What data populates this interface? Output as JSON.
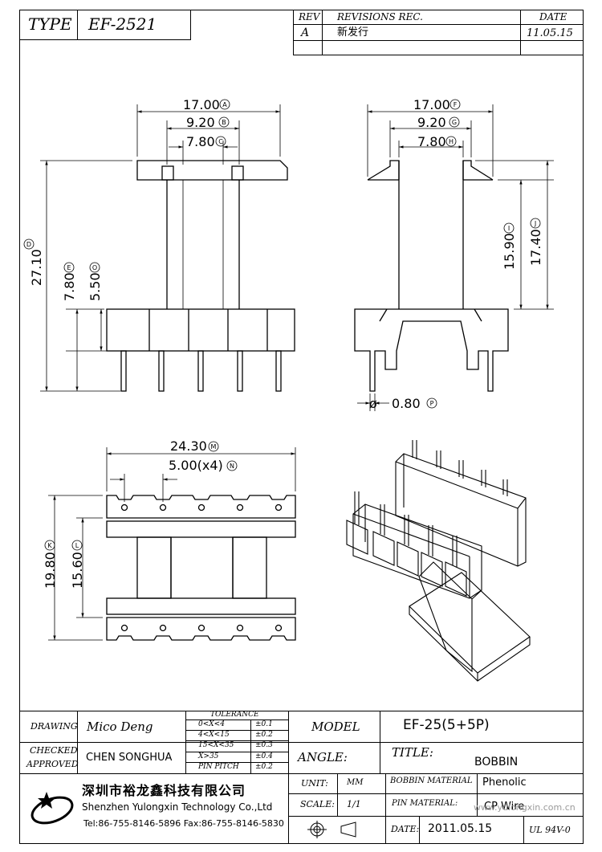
{
  "header": {
    "type_label": "TYPE",
    "type_value": "EF-2521",
    "rev_label": "REV",
    "revisions_label": "REVISIONS REC.",
    "date_label": "DATE",
    "rev_value": "A",
    "revision_text": "新发行",
    "rev_date": "11.05.15"
  },
  "dims": {
    "front_width": "17.00",
    "front_width_tag": "A",
    "front_inner": "9.20",
    "front_inner_tag": "B",
    "front_core": "7.80",
    "front_core_tag": "C",
    "front_height": "27.10",
    "front_height_tag": "D",
    "front_base": "7.80",
    "front_base_tag": "E",
    "front_base2": "5.50",
    "front_base2_tag": "O",
    "side_width": "17.00",
    "side_width_tag": "F",
    "side_inner": "9.20",
    "side_inner_tag": "G",
    "side_core": "7.80",
    "side_core_tag": "H",
    "side_h1": "15.90",
    "side_h1_tag": "I",
    "side_h2": "17.40",
    "side_h2_tag": "J",
    "pin_dia": "0.80",
    "pin_dia_tag": "P",
    "top_width": "24.30",
    "top_width_tag": "M",
    "top_pitch": "5.00(x4)",
    "top_pitch_tag": "N",
    "top_depth": "19.80",
    "top_depth_tag": "K",
    "top_depth2": "15.60",
    "top_depth2_tag": "L"
  },
  "titleblock": {
    "drawing_label": "DRAWING",
    "drawing_value": "Mico Deng",
    "checked_label": "CHECKED",
    "approved_label": "APPROVED",
    "checked_value": "CHEN SONGHUA",
    "tolerance_title": "TOLERANCE",
    "tolerance_rows": [
      {
        "range": "0<X<4",
        "tol": "±0.1"
      },
      {
        "range": "4<X<15",
        "tol": "±0.2"
      },
      {
        "range": "15<X<35",
        "tol": "±0.3"
      },
      {
        "range": "X>35",
        "tol": "±0.4"
      },
      {
        "range": "PIN PITCH",
        "tol": "±0.2"
      }
    ],
    "model_label": "MODEL",
    "model_value": "EF-25(5+5P)",
    "angle_label": "ANGLE:",
    "title_label": "TITLE:",
    "title_value": "BOBBIN",
    "company_cn": "深圳市裕龙鑫科技有限公司",
    "company_en": "Shenzhen Yulongxin Technology Co.,Ltd",
    "company_tel": "Tel:86-755-8146-5896  Fax:86-755-8146-5830",
    "unit_label": "UNIT:",
    "unit_value": "MM",
    "scale_label": "SCALE:",
    "scale_value": "1/1",
    "date_label": "DATE:",
    "date_value": "2011.05.15",
    "bobbin_material_label": "BOBBIN MATERIAL",
    "bobbin_material_value": "Phenolic",
    "pin_material_label": "PIN MATERIAL:",
    "pin_material_value": "CP Wire",
    "rating": "UL 94V-0",
    "watermark": "www.yulongxin.com.cn"
  }
}
